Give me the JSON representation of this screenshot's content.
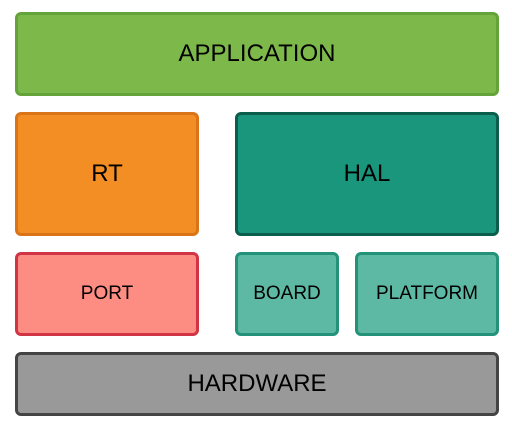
{
  "diagram": {
    "application": {
      "label": "APPLICATION",
      "fill": "#7db94a",
      "border": "#64a33a"
    },
    "rt": {
      "label": "RT",
      "fill": "#f28e23",
      "border": "#d97418"
    },
    "hal": {
      "label": "HAL",
      "fill": "#1a967d",
      "border": "#0b5e4b"
    },
    "port": {
      "label": "PORT",
      "fill": "#fd8d82",
      "border": "#d13545"
    },
    "board": {
      "label": "BOARD",
      "fill": "#5db9a4",
      "border": "#239279"
    },
    "platform": {
      "label": "PLATFORM",
      "fill": "#5db9a4",
      "border": "#239279"
    },
    "hardware": {
      "label": "HARDWARE",
      "fill": "#999999",
      "border": "#444444"
    }
  }
}
